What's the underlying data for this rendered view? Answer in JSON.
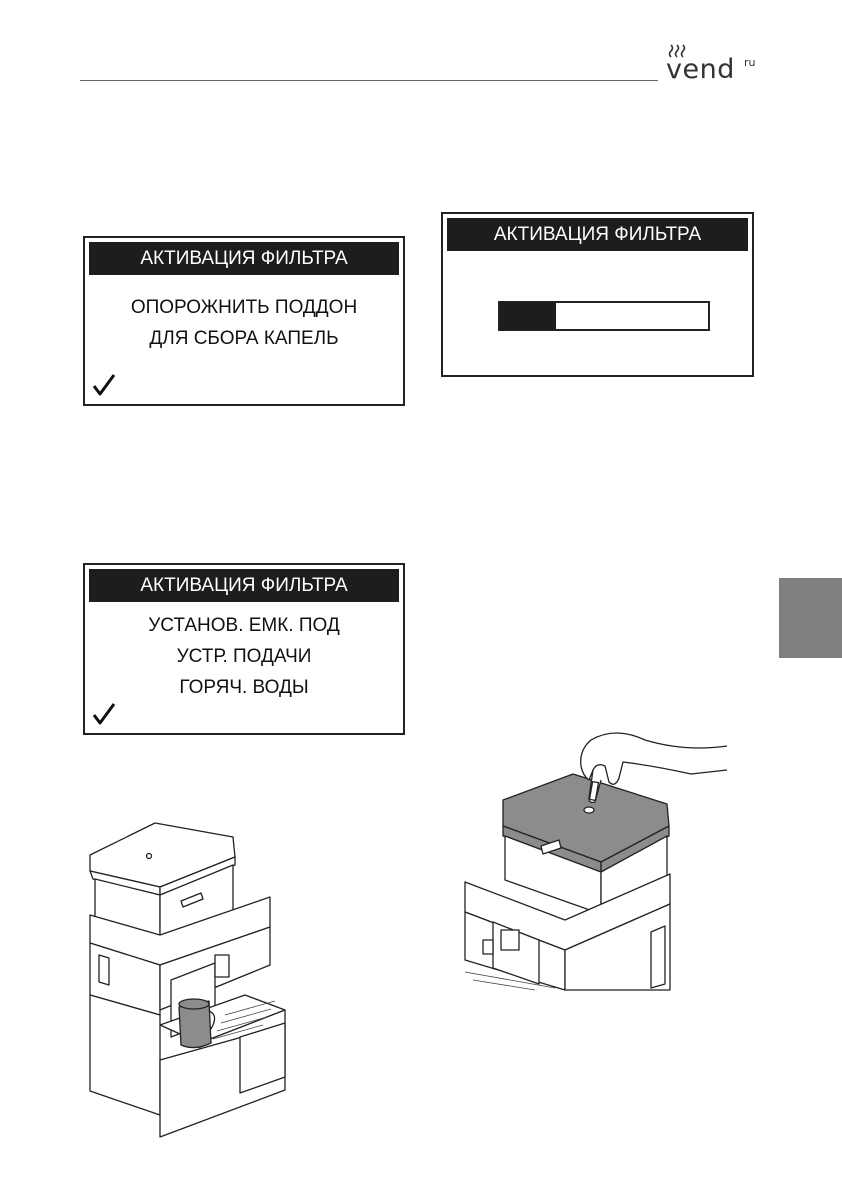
{
  "brand": {
    "name": "vend",
    "suffix": "ru"
  },
  "screens": [
    {
      "title": "АКТИВАЦИЯ ФИЛЬТРА",
      "lines": [
        "ОПОРОЖНИТЬ ПОДДОН",
        "ДЛЯ СБОРА КАПЕЛЬ"
      ]
    },
    {
      "title": "АКТИВАЦИЯ ФИЛЬТРА",
      "progress": 0.27
    },
    {
      "title": "АКТИВАЦИЯ ФИЛЬТРА",
      "lines": [
        "УСТАНОВ. ЕМК. ПОД",
        "УСТР. ПОДАЧИ",
        "ГОРЯЧ. ВОДЫ"
      ]
    }
  ],
  "colors": {
    "screen_title_bg": "#1d1d1d",
    "side_tab": "#808080",
    "lid_highlight": "#8c8c8c"
  }
}
